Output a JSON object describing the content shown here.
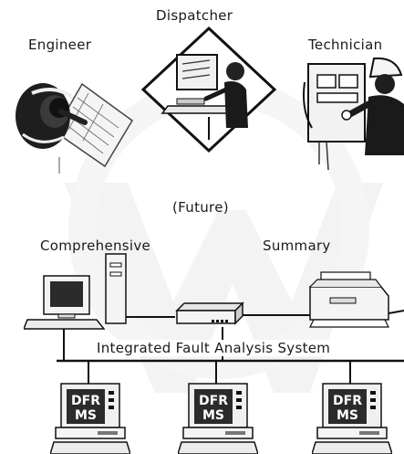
{
  "roles": {
    "engineer": "Engineer",
    "dispatcher": "Dispatcher",
    "technician": "Technician"
  },
  "future_label": "(Future)",
  "outputs": {
    "comprehensive": "Comprehensive",
    "summary": "Summary"
  },
  "system_label": "Integrated Fault Analysis System",
  "dfr_units": [
    {
      "line1": "DFR",
      "line2": "MS"
    },
    {
      "line1": "DFR",
      "line2": "MS"
    },
    {
      "line1": "DFR",
      "line2": "MS"
    }
  ],
  "colors": {
    "ink": "#1a1a1a",
    "screen": "#2b2b2b",
    "watermark": "#f2f2f2"
  }
}
